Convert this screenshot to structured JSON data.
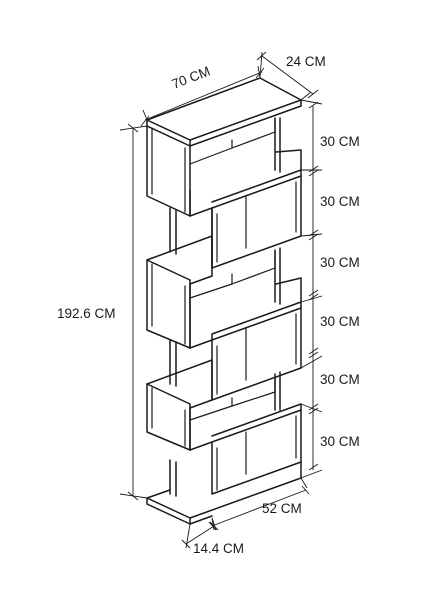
{
  "dimensions": {
    "width": "70 CM",
    "depth": "24 CM",
    "height": "192.6 CM",
    "bottom_width": "52 CM",
    "bottom_offset": "14.4 CM",
    "shelf_heights": [
      "30 CM",
      "30 CM",
      "30 CM",
      "30 CM",
      "30 CM",
      "30 CM"
    ]
  }
}
